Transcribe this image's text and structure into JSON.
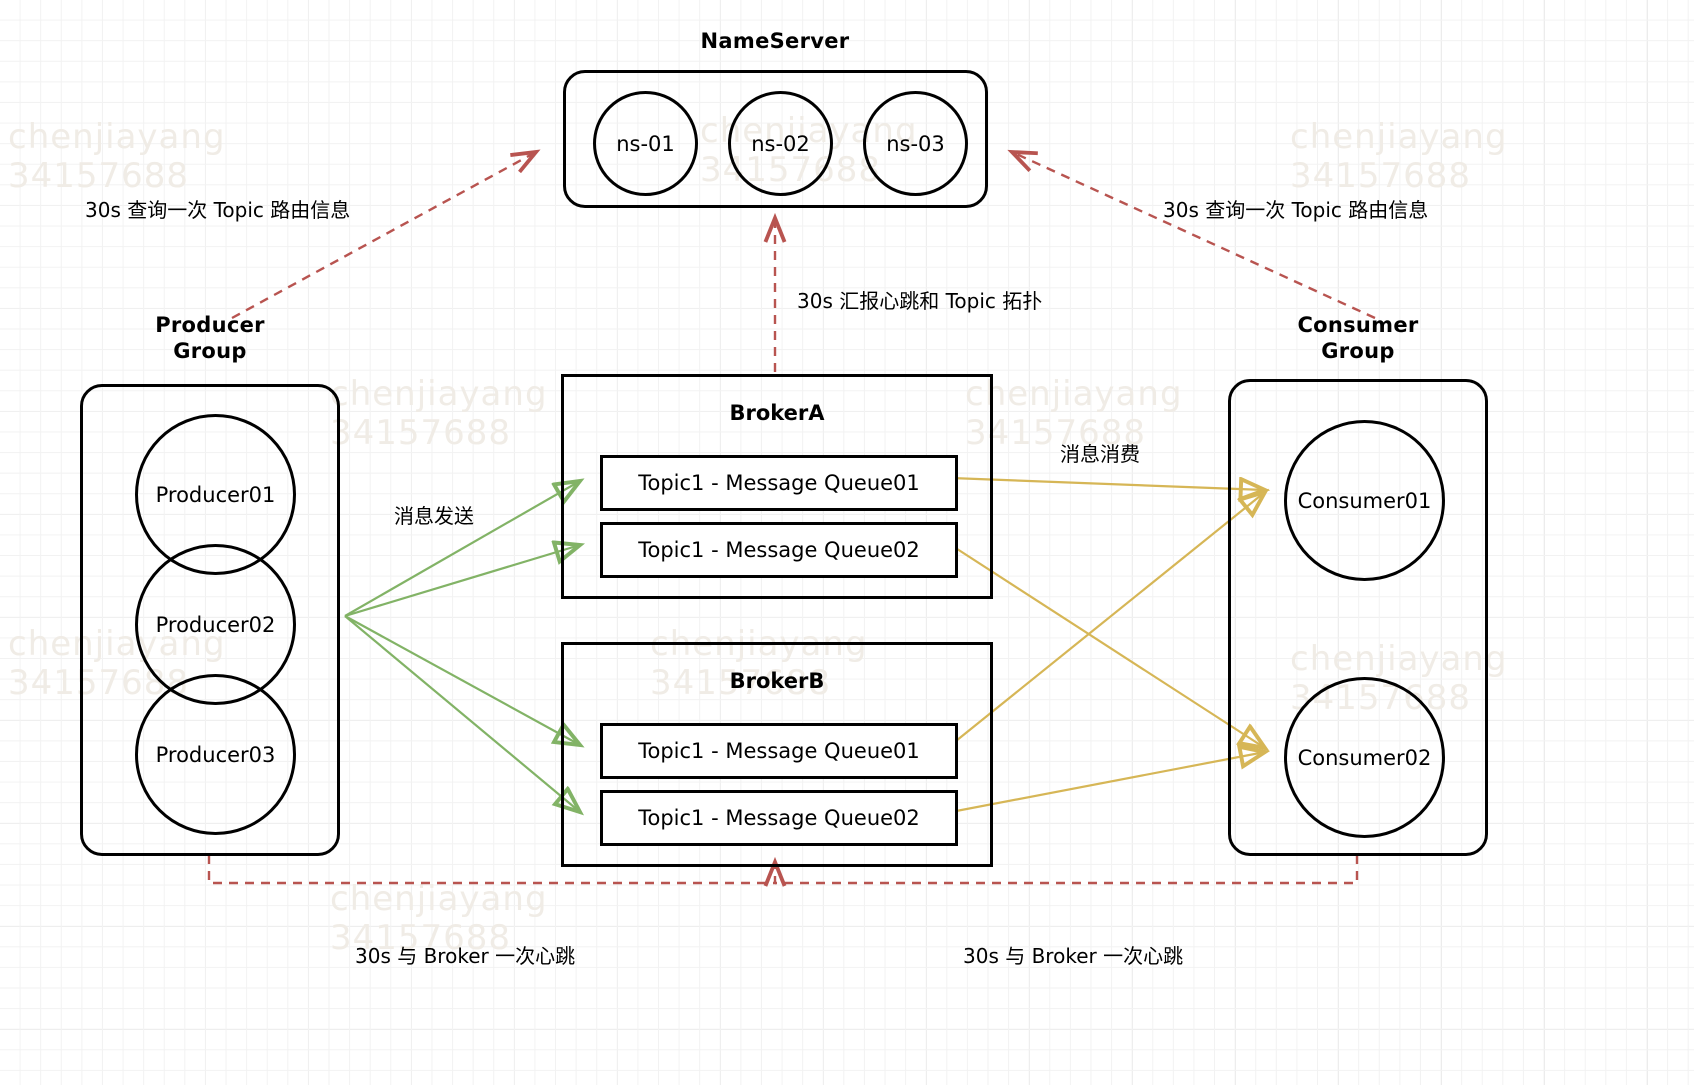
{
  "diagram": {
    "title": "RocketMQ architecture",
    "colors": {
      "stroke": "#000000",
      "control_dashed": "#b85450",
      "send_arrow": "#82b366",
      "consume_arrow": "#d6b656",
      "grid_minor": "#f2f2f2",
      "grid_major": "#e6e6e6",
      "watermark": "#f0ece6"
    }
  },
  "nameserver": {
    "title": "NameServer",
    "nodes": [
      {
        "label": "ns-01"
      },
      {
        "label": "ns-02"
      },
      {
        "label": "ns-03"
      }
    ]
  },
  "producer_group": {
    "title": "Producer\nGroup",
    "members": [
      {
        "label": "Producer01"
      },
      {
        "label": "Producer02"
      },
      {
        "label": "Producer03"
      }
    ]
  },
  "consumer_group": {
    "title": "Consumer\nGroup",
    "members": [
      {
        "label": "Consumer01"
      },
      {
        "label": "Consumer02"
      }
    ]
  },
  "brokers": [
    {
      "name": "BrokerA",
      "queues": [
        {
          "label": "Topic1 - Message Queue01"
        },
        {
          "label": "Topic1 - Message Queue02"
        }
      ]
    },
    {
      "name": "BrokerB",
      "queues": [
        {
          "label": "Topic1 - Message Queue01"
        },
        {
          "label": "Topic1 - Message Queue02"
        }
      ]
    }
  ],
  "edge_labels": {
    "producer_route": "30s 查询一次 Topic 路由信息",
    "consumer_route": "30s 查询一次 Topic 路由信息",
    "broker_heartbeat_ns": "30s 汇报心跳和 Topic 拓扑",
    "message_send": "消息发送",
    "message_consume": "消息消费",
    "producer_broker_heartbeat": "30s 与 Broker 一次心跳",
    "consumer_broker_heartbeat": "30s 与 Broker 一次心跳"
  },
  "watermarks": [
    {
      "text": "chenjiayang\n34157688"
    },
    {
      "text": "chenjiayang\n34157688"
    },
    {
      "text": "chenjiayang\n34157688"
    },
    {
      "text": "chenjiayang\n34157688"
    },
    {
      "text": "chenjiayang\n34157688"
    },
    {
      "text": "chenjiayang\n34157688"
    },
    {
      "text": "chenjiayang\n34157688"
    },
    {
      "text": "chenjiayang\n34157688"
    },
    {
      "text": "chenjiayang\n34157688"
    }
  ]
}
